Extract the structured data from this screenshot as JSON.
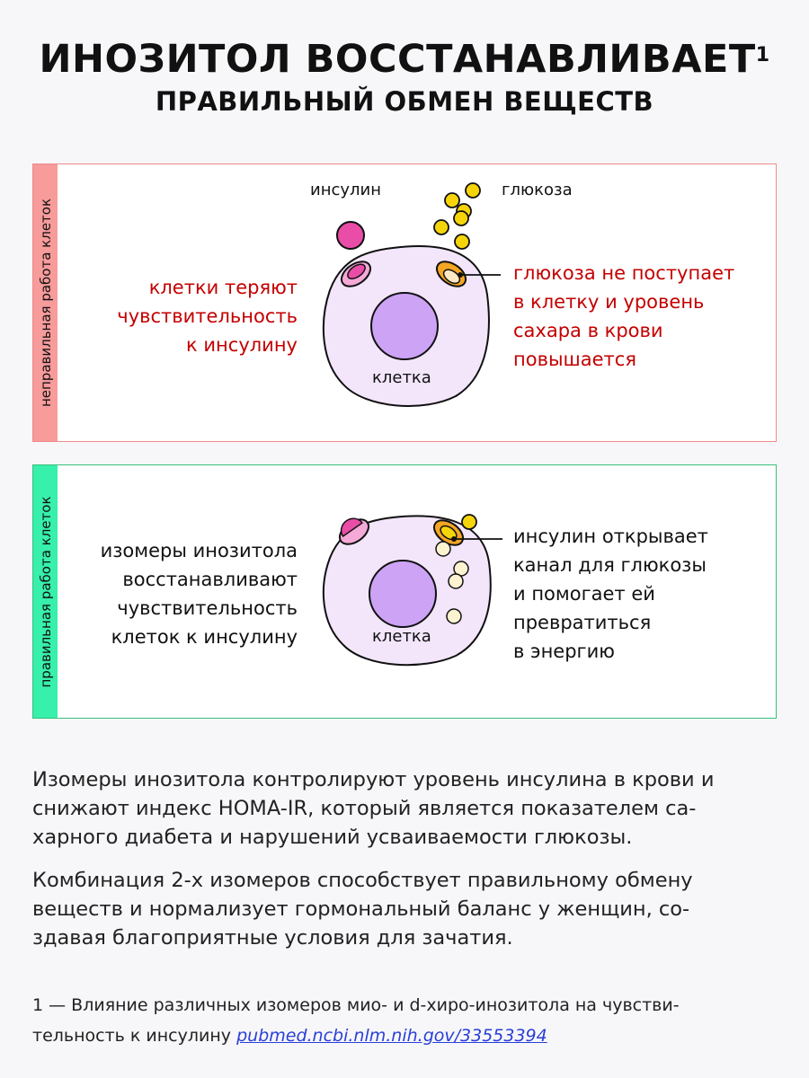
{
  "title": {
    "main": "ИНОЗИТОЛ ВОССТАНАВЛИВАЕТ",
    "sup": "1",
    "sub": "ПРАВИЛЬНЫЙ ОБМЕН ВЕЩЕСТВ"
  },
  "panel_bad": {
    "side_label": "неправильная работа клеток",
    "insulin_label": "инсулин",
    "glucose_label": "глюкоза",
    "cell_label": "клетка",
    "left_text": [
      "клетки теряют",
      "чувствительность",
      "к инсулину"
    ],
    "right_text": [
      "глюкоза не поступает",
      "в клетку и уровень",
      "сахара в крови",
      "повышается"
    ]
  },
  "panel_good": {
    "side_label": "правильная работа клеток",
    "cell_label": "клетка",
    "left_text": [
      "изомеры инозитола",
      "восстанавливают",
      "чувствительность",
      "клеток к инсулину"
    ],
    "right_text": [
      "инсулин открывает",
      "канал для глюкозы",
      "и помогает ей",
      "превратиться",
      "в энергию"
    ]
  },
  "paragraphs": [
    [
      "Изомеры инозитола контролируют уровень инсулина в крови и",
      "снижают индекс HOMA-IR, который является показателем са-",
      "харного диабета и нарушений усваиваемости глюкозы."
    ],
    [
      "Комбинация 2-х изомеров способствует правильному обмену",
      "веществ и нормализует гормональный баланс у женщин, со-",
      "здавая благоприятные условия для зачатия."
    ]
  ],
  "footnote": {
    "line1": "1 — Влияние различных изомеров мио- и d-хиро-инозитола на чувстви-",
    "line2": "тельность к инсулину",
    "link": "pubmed.ncbi.nlm.nih.gov/33553394"
  },
  "colors": {
    "bad_accent": "#f79b9b",
    "good_accent": "#37f0ab",
    "red_text": "#c40000",
    "cell_fill": "#f3e6fb",
    "nucleus_fill": "#cda3f5",
    "insulin": "#ea4da8",
    "glucose": "#f6d40a",
    "receptor_orange": "#f5a623"
  }
}
